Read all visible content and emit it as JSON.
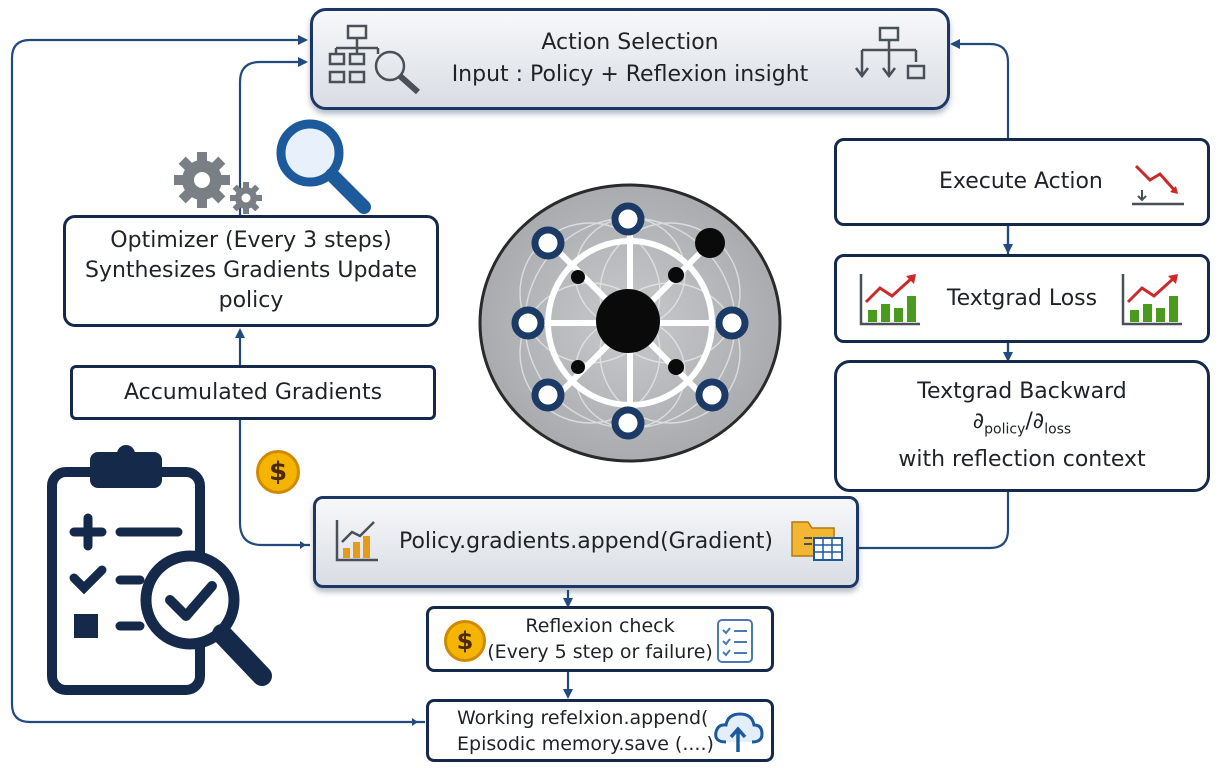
{
  "action_selection": {
    "title": "Action Selection",
    "subtitle": "Input : Policy + Reflexion insight"
  },
  "execute_action": {
    "label": "Execute Action"
  },
  "textgrad_loss": {
    "label": "Textgrad Loss"
  },
  "textgrad_backward": {
    "line1": "Textgrad Backward",
    "partial": "∂",
    "policy": "policy",
    "slash": "/",
    "loss": "loss",
    "line3": "with reflection context"
  },
  "optimizer": {
    "line1": "Optimizer (Every 3 steps)",
    "line2": "Synthesizes Gradients Update",
    "line3": "policy"
  },
  "accumulated": {
    "label": "Accumulated Gradients"
  },
  "policy_append": {
    "label": "Policy.gradients.append(Gradient)"
  },
  "reflexion_check": {
    "line1": "Reflexion check",
    "line2": "(Every 5 step or failure)"
  },
  "working": {
    "line1": "Working refelxion.append(",
    "line2": "Episodic memory.save (....)"
  },
  "icons": {
    "dollar": "$"
  },
  "colors": {
    "border": "#152a4a",
    "arrow": "#234a7e",
    "icon_blue": "#1c5a9c",
    "chart_green": "#4a9a1e",
    "chart_red": "#cc2a2a"
  }
}
